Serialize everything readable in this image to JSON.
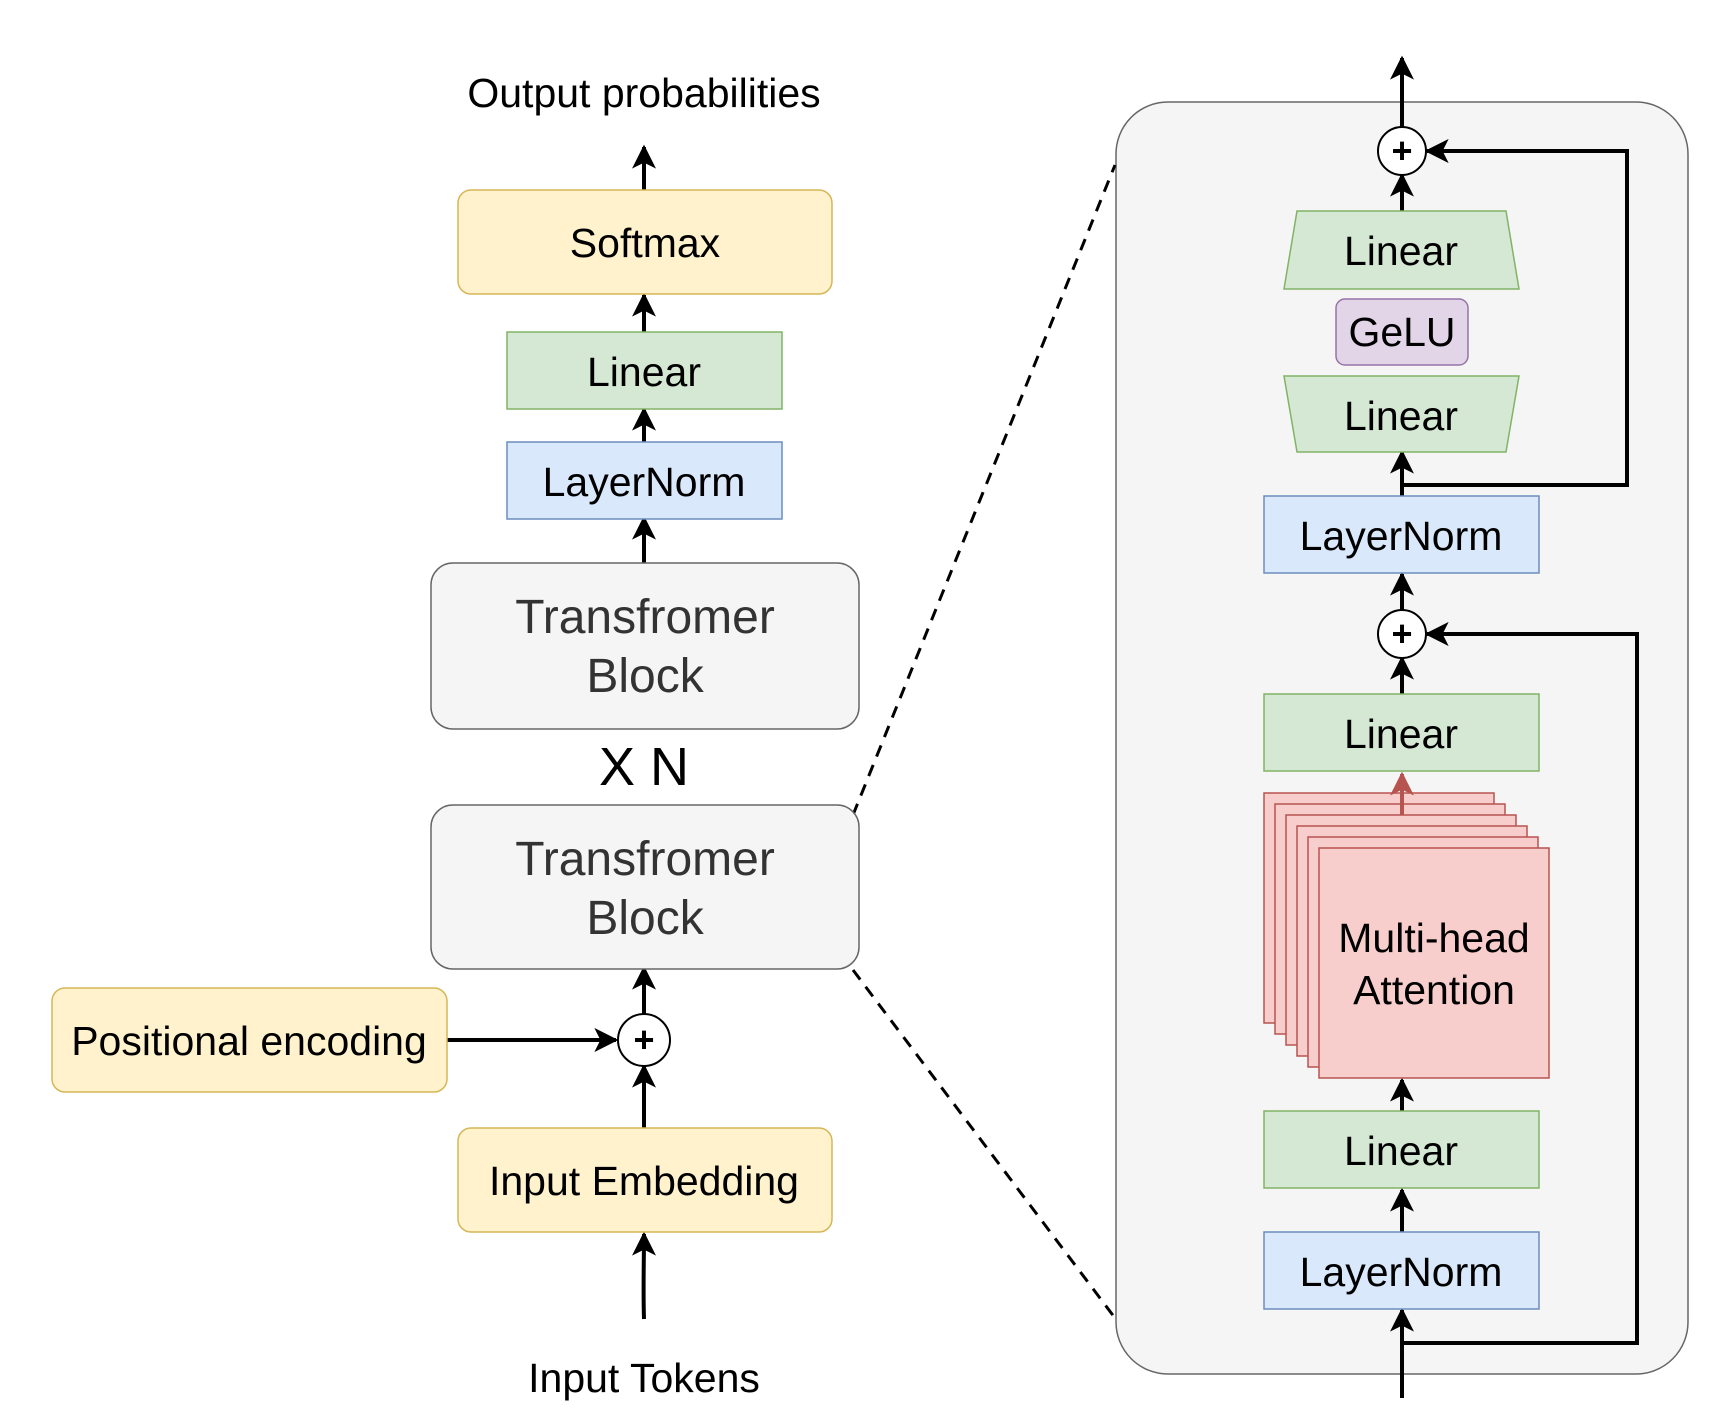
{
  "colors": {
    "yellow_fill": "#fff2cc",
    "yellow_stroke": "#d6b656",
    "green_fill": "#d5e8d4",
    "green_stroke": "#82b366",
    "blue_fill": "#dae8fc",
    "blue_stroke": "#6c8ebf",
    "gray_fill": "#f5f5f5",
    "gray_stroke": "#666666",
    "purple_fill": "#e1d5e7",
    "purple_stroke": "#9673a6",
    "red_fill": "#f8cecc",
    "red_stroke": "#b85450",
    "red_arrow": "#b85450"
  },
  "left": {
    "output_label": "Output probabilities",
    "softmax": "Softmax",
    "linear": "Linear",
    "layernorm": "LayerNorm",
    "block_top": {
      "line1": "Transfromer",
      "line2": "Block"
    },
    "repeat": "X N",
    "block_bottom": {
      "line1": "Transfromer",
      "line2": "Block"
    },
    "positional_encoding": "Positional encoding",
    "add_symbol": "+",
    "input_embedding": "Input Embedding",
    "input_label": "Input Tokens"
  },
  "right": {
    "add_top": "+",
    "linear_up": "Linear",
    "gelu": "GeLU",
    "linear_down": "Linear",
    "layernorm_mid": "LayerNorm",
    "add_mid": "+",
    "linear_attn_out": "Linear",
    "attention": {
      "line1": "Multi-head",
      "line2": "Attention"
    },
    "linear_attn_in": "Linear",
    "layernorm_bottom": "LayerNorm"
  }
}
